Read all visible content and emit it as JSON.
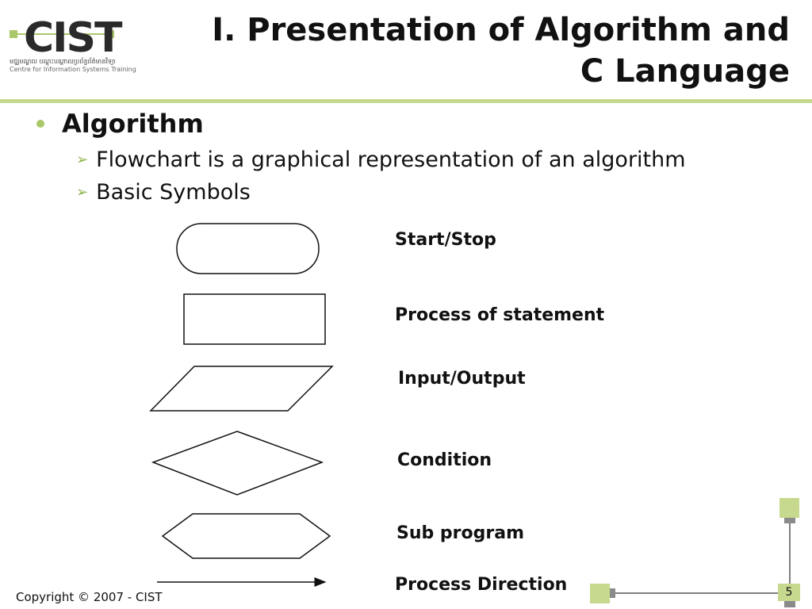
{
  "logo": {
    "text": "CIST",
    "khmer": "មជ្ឈមណ្ឌល  បណ្តុះបណ្តាលប្រព័ន្ធព័ត៌មានវិទ្យា",
    "subtitle": "Centre for Information Systems Training"
  },
  "title": {
    "line1": "I. Presentation of Algorithm and",
    "line2": "C Language"
  },
  "bullets": {
    "main": "Algorithm",
    "sub1": "Flowchart is a graphical representation of an algorithm",
    "sub2": "Basic Symbols"
  },
  "symbols": {
    "start_stop": "Start/Stop",
    "process": "Process of statement",
    "io": "Input/Output",
    "condition": "Condition",
    "sub_program": "Sub program",
    "direction": "Process Direction"
  },
  "footer": {
    "copyright": "Copyright © 2007 - CIST",
    "page": "5"
  },
  "colors": {
    "accent": "#c6d98f",
    "accent_dark": "#a9c86a"
  }
}
